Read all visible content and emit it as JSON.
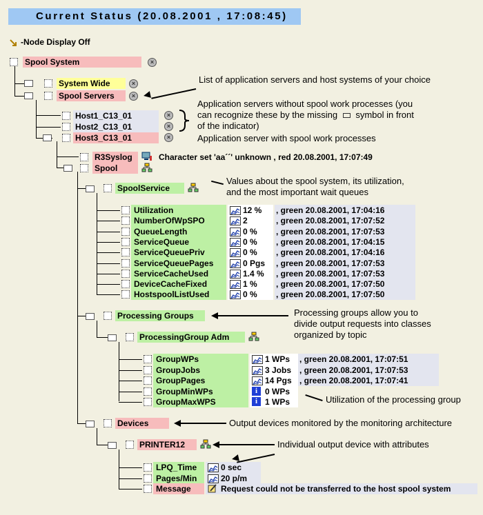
{
  "title": "Current Status (20.08.2001 , 17:08:45)",
  "node_display": "-Node Display Off",
  "tree": {
    "spool_system": "Spool System",
    "system_wide": "System Wide",
    "spool_servers": "Spool Servers",
    "host1": "Host1_C13_01",
    "host2": "Host2_C13_01",
    "host3": "Host3_C13_01",
    "r3syslog": "R3Syslog",
    "r3syslog_status": "Character set 'aa´´' unknown , red 20.08.2001, 17:07:49",
    "spool": "Spool",
    "spool_service": "SpoolService",
    "processing_groups": "Processing Groups",
    "processing_group_adm": "ProcessingGroup Adm",
    "devices": "Devices",
    "printer12": "PRINTER12"
  },
  "spool_metrics": [
    {
      "name": "Utilization",
      "value": "12 %",
      "status": ", green 20.08.2001, 17:04:16"
    },
    {
      "name": "NumberOfWpSPO",
      "value": "2",
      "status": ", green 20.08.2001, 17:07:52"
    },
    {
      "name": "QueueLength",
      "value": "0 %",
      "status": ", green 20.08.2001, 17:07:53"
    },
    {
      "name": "ServiceQueue",
      "value": "0 %",
      "status": ", green 20.08.2001, 17:04:15"
    },
    {
      "name": "ServiceQueuePriv",
      "value": "0 %",
      "status": ", green 20.08.2001, 17:04:16"
    },
    {
      "name": "ServiceQueuePages",
      "value": "0 Pgs",
      "status": ", green 20.08.2001, 17:07:53"
    },
    {
      "name": "ServiceCacheUsed",
      "value": "1.4 %",
      "status": ", green 20.08.2001, 17:07:53"
    },
    {
      "name": "DeviceCacheFixed",
      "value": "1 %",
      "status": ", green 20.08.2001, 17:07:50"
    },
    {
      "name": "HostspoolListUsed",
      "value": "0 %",
      "status": ", green 20.08.2001, 17:07:50"
    }
  ],
  "group_metrics": [
    {
      "name": "GroupWPs",
      "value": "1 WPs",
      "status": ", green 20.08.2001, 17:07:51"
    },
    {
      "name": "GroupJobs",
      "value": "3 Jobs",
      "status": ", green 20.08.2001, 17:07:53"
    },
    {
      "name": "GroupPages",
      "value": "14 Pgs",
      "status": ", green 20.08.2001, 17:07:41"
    },
    {
      "name": "GroupMinWPs",
      "value": "0 WPs",
      "status": ""
    },
    {
      "name": "GroupMaxWPS",
      "value": "1 WPs",
      "status": ""
    }
  ],
  "printer_metrics": [
    {
      "name": "LPQ_Time",
      "value": "0 sec"
    },
    {
      "name": "Pages/Min",
      "value": "20 p/m"
    },
    {
      "name": "Message",
      "value": "Request could not be transferred to the host spool system"
    }
  ],
  "annotations": {
    "a1": "List of application servers and host systems of your choice",
    "a2_1": "Application servers without spool work processes (you",
    "a2_2": "can recognize these by the missing",
    "a2_3": "symbol in front",
    "a2_4": "of the indicator)",
    "a3": "Application server with spool work processes",
    "a4_1": "Values about the spool system, its utilization,",
    "a4_2": "and the most important wait queues",
    "a5_1": "Processing groups allow you to",
    "a5_2": "divide output requests into classes",
    "a5_3": "organized by topic",
    "a6": "Utilization of the processing group",
    "a7": "Output devices monitored by the monitoring architecture",
    "a8": "Individual output device with attributes"
  }
}
